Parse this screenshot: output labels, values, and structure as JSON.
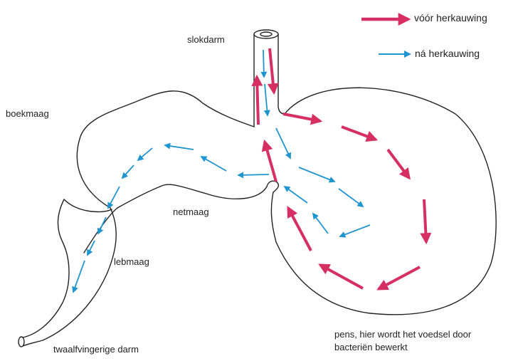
{
  "legend": {
    "before": {
      "label": "vóór herkauwing",
      "color": "#d62f63"
    },
    "after": {
      "label": "ná herkauwing",
      "color": "#1f95cf"
    }
  },
  "labels": {
    "slokdarm": "slokdarm",
    "boekmaag": "boekmaag",
    "netmaag": "netmaag",
    "lebmaag": "lebmaag",
    "twaalfvingerige": "twaalfvingerige darm",
    "pens_line1": "pens, hier wordt het voedsel door",
    "pens_line2": "bacteriën bewerkt"
  },
  "colors": {
    "outline": "#222222",
    "before": "#d62f63",
    "after": "#1f95cf"
  },
  "icons": {
    "arrow_before": "red-arrow-icon",
    "arrow_after": "blue-arrow-icon"
  }
}
